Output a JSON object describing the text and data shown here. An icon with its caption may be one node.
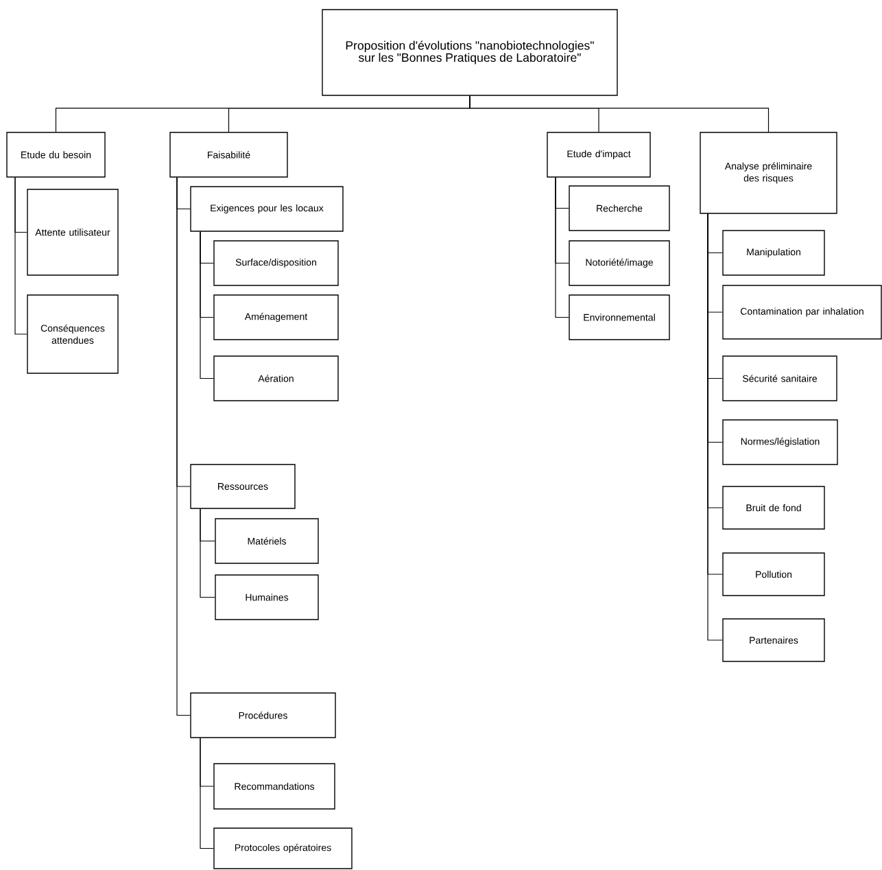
{
  "diagram": {
    "nodes": [
      {
        "text": [
          "Proposition d'évolutions \"nanobiotechnologies\" sur les \"Bonnes Pratiques de Laboratoire\""
        ]
      },
      {
        "text": [
          "Etude du besoin"
        ]
      },
      {
        "text": [
          "Attente utilisateur"
        ]
      },
      {
        "text": [
          "Conséquences attendues"
        ]
      },
      {
        "text": [
          "Faisabilité"
        ]
      },
      {
        "text": [
          "Exigences pour les locaux"
        ]
      },
      {
        "text": [
          "Surface/disposition"
        ]
      },
      {
        "text": [
          "Aménagement"
        ]
      },
      {
        "text": [
          "Aération"
        ]
      },
      {
        "text": [
          "Ressources"
        ]
      },
      {
        "text": [
          "Matériels"
        ]
      },
      {
        "text": [
          "Humaines"
        ]
      },
      {
        "text": [
          "Procédures"
        ]
      },
      {
        "text": [
          "Recommandations"
        ]
      },
      {
        "text": [
          "Protocoles opératoires"
        ]
      },
      {
        "text": [
          "Etude d'impact"
        ]
      },
      {
        "text": [
          "Recherche"
        ]
      },
      {
        "text": [
          "Notoriété/image"
        ]
      },
      {
        "text": [
          "Environnemental"
        ]
      },
      {
        "text": [
          "Analyse préliminaire des risques"
        ]
      },
      {
        "text": [
          "Manipulation"
        ]
      },
      {
        "text": [
          "Contamination par inhalation"
        ]
      },
      {
        "text": [
          "Sécurité sanitaire"
        ]
      },
      {
        "text": [
          "Normes/législation"
        ]
      },
      {
        "text": [
          "Bruit de fond"
        ]
      },
      {
        "text": [
          "Pollution"
        ]
      },
      {
        "text": [
          "Partenaires"
        ]
      }
    ],
    "edges": [
      {
        "from": 0,
        "to": 1,
        "arrow": "none"
      },
      {
        "from": 0,
        "to": 4,
        "arrow": "none"
      },
      {
        "from": 0,
        "to": 15,
        "arrow": "none"
      },
      {
        "from": 0,
        "to": 19,
        "arrow": "none"
      },
      {
        "from": 1,
        "to": 2,
        "arrow": "none"
      },
      {
        "from": 1,
        "to": 3,
        "arrow": "none"
      },
      {
        "from": 4,
        "to": 5,
        "arrow": "none"
      },
      {
        "from": 4,
        "to": 9,
        "arrow": "none"
      },
      {
        "from": 4,
        "to": 12,
        "arrow": "none"
      },
      {
        "from": 5,
        "to": 6,
        "arrow": "none"
      },
      {
        "from": 5,
        "to": 7,
        "arrow": "none"
      },
      {
        "from": 5,
        "to": 8,
        "arrow": "none"
      },
      {
        "from": 9,
        "to": 10,
        "arrow": "none"
      },
      {
        "from": 9,
        "to": 11,
        "arrow": "none"
      },
      {
        "from": 12,
        "to": 13,
        "arrow": "none"
      },
      {
        "from": 12,
        "to": 14,
        "arrow": "none"
      },
      {
        "from": 15,
        "to": 16,
        "arrow": "none"
      },
      {
        "from": 15,
        "to": 17,
        "arrow": "none"
      },
      {
        "from": 15,
        "to": 18,
        "arrow": "none"
      },
      {
        "from": 19,
        "to": 20,
        "arrow": "none"
      },
      {
        "from": 19,
        "to": 21,
        "arrow": "none"
      },
      {
        "from": 19,
        "to": 22,
        "arrow": "none"
      },
      {
        "from": 19,
        "to": 23,
        "arrow": "none"
      },
      {
        "from": 19,
        "to": 24,
        "arrow": "none"
      },
      {
        "from": 19,
        "to": 25,
        "arrow": "none"
      },
      {
        "from": 19,
        "to": 26,
        "arrow": "none"
      }
    ]
  }
}
